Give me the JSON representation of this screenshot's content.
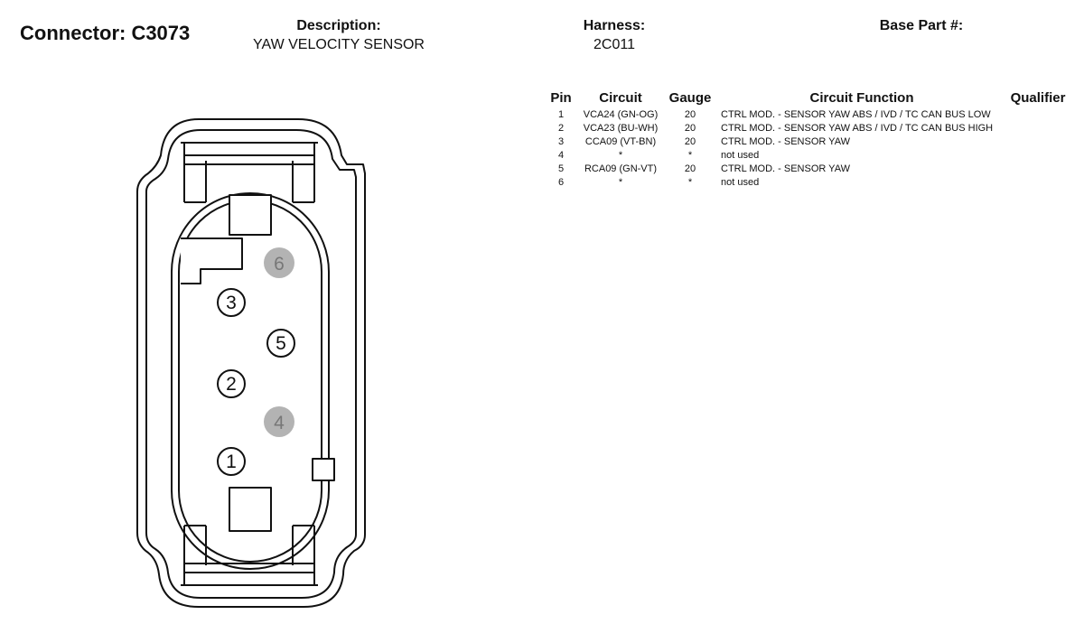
{
  "header": {
    "connector_title": "Connector: C3073",
    "description_label": "Description:",
    "description_value": "YAW VELOCITY SENSOR",
    "harness_label": "Harness:",
    "harness_value": "2C011",
    "base_part_label": "Base Part #:"
  },
  "table": {
    "columns": [
      "Pin",
      "Circuit",
      "Gauge",
      "Circuit Function",
      "Qualifier"
    ],
    "rows": [
      {
        "pin": "1",
        "circuit": "VCA24 (GN-OG)",
        "gauge": "20",
        "function": "CTRL MOD. - SENSOR YAW ABS / IVD / TC CAN BUS LOW",
        "qualifier": ""
      },
      {
        "pin": "2",
        "circuit": "VCA23 (BU-WH)",
        "gauge": "20",
        "function": "CTRL MOD. - SENSOR YAW ABS / IVD / TC CAN BUS HIGH",
        "qualifier": ""
      },
      {
        "pin": "3",
        "circuit": "CCA09 (VT-BN)",
        "gauge": "20",
        "function": "CTRL MOD. - SENSOR YAW",
        "qualifier": ""
      },
      {
        "pin": "4",
        "circuit": "*",
        "gauge": "*",
        "function": "not used",
        "qualifier": ""
      },
      {
        "pin": "5",
        "circuit": "RCA09 (GN-VT)",
        "gauge": "20",
        "function": "CTRL MOD. - SENSOR YAW",
        "qualifier": ""
      },
      {
        "pin": "6",
        "circuit": "*",
        "gauge": "*",
        "function": "not used",
        "qualifier": ""
      }
    ]
  },
  "diagram": {
    "pins": [
      {
        "label": "6",
        "used": false
      },
      {
        "label": "3",
        "used": true
      },
      {
        "label": "5",
        "used": true
      },
      {
        "label": "2",
        "used": true
      },
      {
        "label": "4",
        "used": false
      },
      {
        "label": "1",
        "used": true
      }
    ],
    "colors": {
      "outline": "#111111",
      "unused_pin_fill": "#b3b3b3",
      "unused_pin_text": "#777777"
    }
  }
}
